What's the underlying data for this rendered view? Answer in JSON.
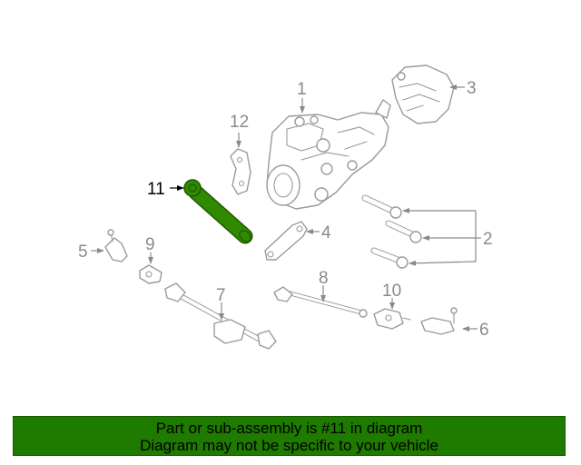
{
  "diagram": {
    "callouts": [
      {
        "id": "1",
        "label": "1"
      },
      {
        "id": "2",
        "label": "2"
      },
      {
        "id": "3",
        "label": "3"
      },
      {
        "id": "4",
        "label": "4"
      },
      {
        "id": "5",
        "label": "5"
      },
      {
        "id": "6",
        "label": "6"
      },
      {
        "id": "7",
        "label": "7"
      },
      {
        "id": "8",
        "label": "8"
      },
      {
        "id": "9",
        "label": "9"
      },
      {
        "id": "10",
        "label": "10"
      },
      {
        "id": "11",
        "label": "11"
      },
      {
        "id": "12",
        "label": "12"
      }
    ],
    "highlighted_part": "11",
    "highlight_color": "#2f8a00"
  },
  "banner": {
    "line1": "Part or sub-assembly is #11 in diagram",
    "line2": "Diagram may not be specific to your vehicle",
    "color": "#1f7a00"
  }
}
